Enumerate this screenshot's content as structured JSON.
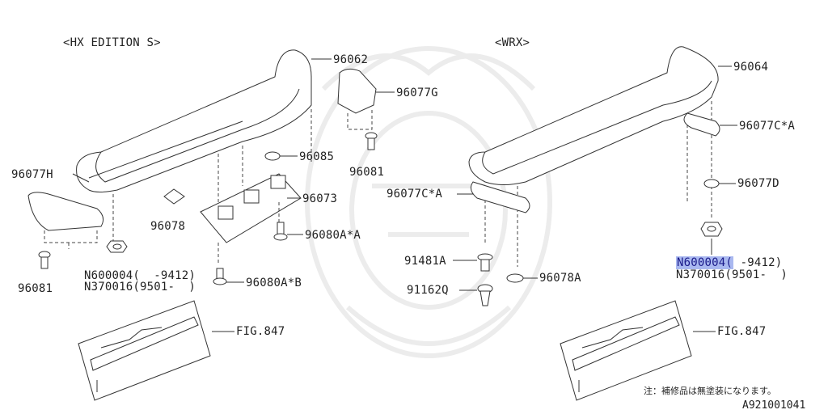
{
  "left_title": "<HX EDITION S>",
  "right_title": "<WRX>",
  "labels": {
    "p96062": "96062",
    "p96077G": "96077G",
    "p96085": "96085",
    "p96081_top": "96081",
    "p96077H": "96077H",
    "p96073": "96073",
    "p96078": "96078",
    "p96080AA": "96080A*A",
    "p96081_left": "96081",
    "pN600004_left": "N600004(  -9412)",
    "pN370016_left": "N370016(9501-  )",
    "p96080AB": "96080A*B",
    "fig847_left": "FIG.847",
    "p96064": "96064",
    "p96077CA_right": "96077C*A",
    "p96077D": "96077D",
    "p96077CA_mid": "96077C*A",
    "p91481A": "91481A",
    "p91162Q": "91162Q",
    "p96078A": "96078A",
    "pN600004_right_code": "N600004(",
    "pN600004_right_rest": " -9412)",
    "pN370016_right": "N370016(9501-  )",
    "fig847_right": "FIG.847"
  },
  "note": "注：補修品は無塗装になります。",
  "diagram_code": "A921001041",
  "highlight_color": "#a9b8f0"
}
